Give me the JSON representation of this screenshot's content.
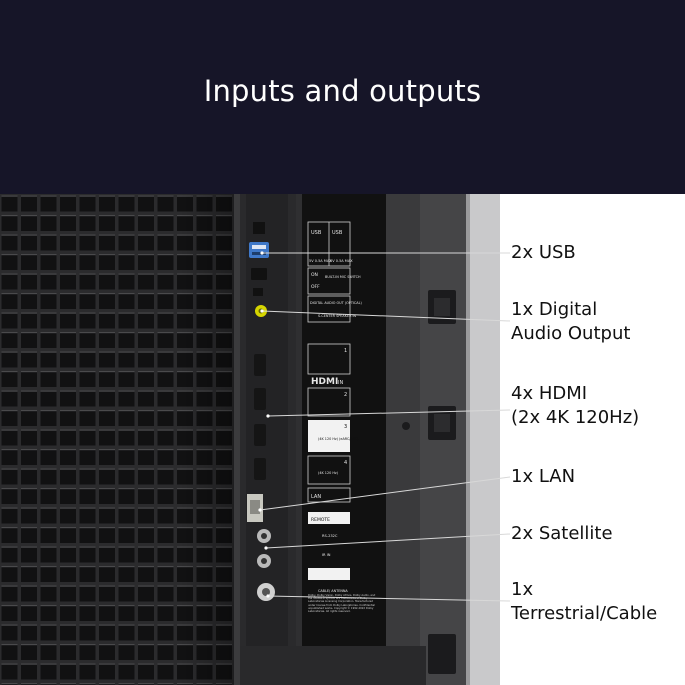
{
  "header": {
    "title": "Inputs and outputs"
  },
  "panel": {
    "usb_label_1": "USB",
    "usb_label_2": "USB",
    "usb_spec_1": "5V 0.5A MAX",
    "usb_spec_2": "5V 0.5A MAX",
    "mic_on": "ON",
    "mic_off": "OFF",
    "mic_label": "BUILT-IN MIC SWITCH",
    "digital_audio": "DIGITAL AUDIO OUT (OPTICAL)",
    "center_speaker": "S-CENTER SPEAKER IN",
    "hdmi_logo": "HDMI",
    "hdmi_in": "IN",
    "hdmi_ports": [
      "1",
      "2",
      "3",
      "4"
    ],
    "hdmi_arc": "(4K 120 Hz) (eARC/ARC)",
    "hdmi_4k_3": "(4K 120 Hz)",
    "hdmi_4k_4": "(4K 120 Hz)",
    "lan": "LAN",
    "remote": "REMOTE",
    "rs232": "RS-232C",
    "ir_in": "IR IN",
    "cable": "CABLE/ ANTENNA",
    "fineprint": "Dolby, Dolby Vision, Dolby Atmos, Dolby Audio, and the double-D symbol are trademarks of Dolby Laboratories Licensing Corporation. Manufactured under license from Dolby Laboratories. Confidential unpublished works. Copyright © 1992-2022 Dolby Laboratories. All rights reserved."
  },
  "callouts": [
    {
      "id": "usb",
      "lines": [
        "2x USB"
      ]
    },
    {
      "id": "digital-audio",
      "lines": [
        "1x Digital",
        "Audio Output"
      ]
    },
    {
      "id": "hdmi",
      "lines": [
        "4x HDMI",
        "(2x 4K 120Hz)"
      ]
    },
    {
      "id": "lan",
      "lines": [
        "1x LAN"
      ]
    },
    {
      "id": "satellite",
      "lines": [
        "2x Satellite"
      ]
    },
    {
      "id": "terrestrial",
      "lines": [
        "1x",
        "Terrestrial/Cable"
      ]
    }
  ],
  "colors": {
    "header_bg": "#161528",
    "photo_bg": "#2f2f31",
    "label_panel": "#111111",
    "optical_port": "#d6d600"
  }
}
